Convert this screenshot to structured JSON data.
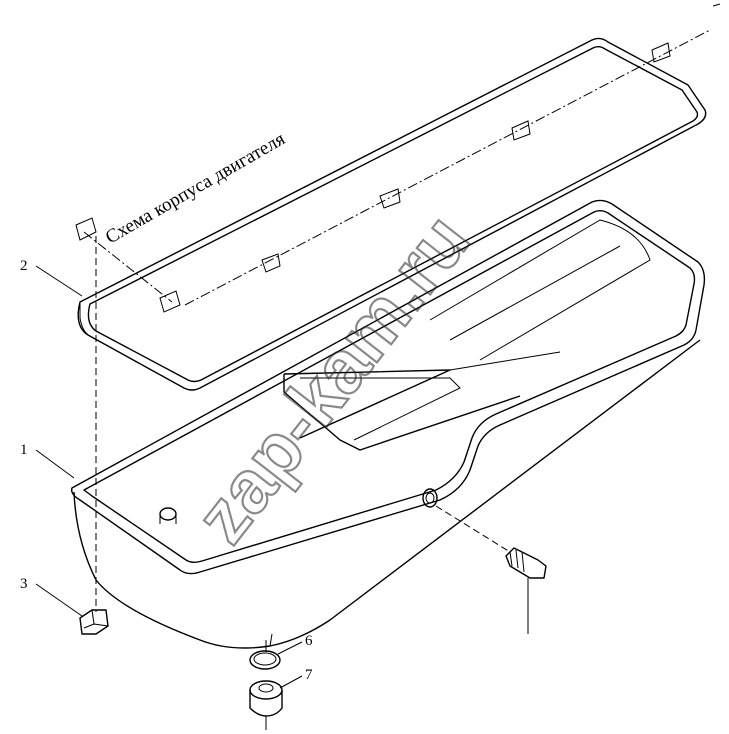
{
  "title": "Схема корпуса двигателя",
  "watermark": "zap-kam.ru",
  "callouts": [
    {
      "id": "1",
      "text": "1"
    },
    {
      "id": "2",
      "text": "2"
    },
    {
      "id": "3",
      "text": "3"
    },
    {
      "id": "6",
      "text": "6"
    },
    {
      "id": "7",
      "text": "7"
    }
  ],
  "colors": {
    "line": "#000000",
    "background": "#ffffff"
  }
}
